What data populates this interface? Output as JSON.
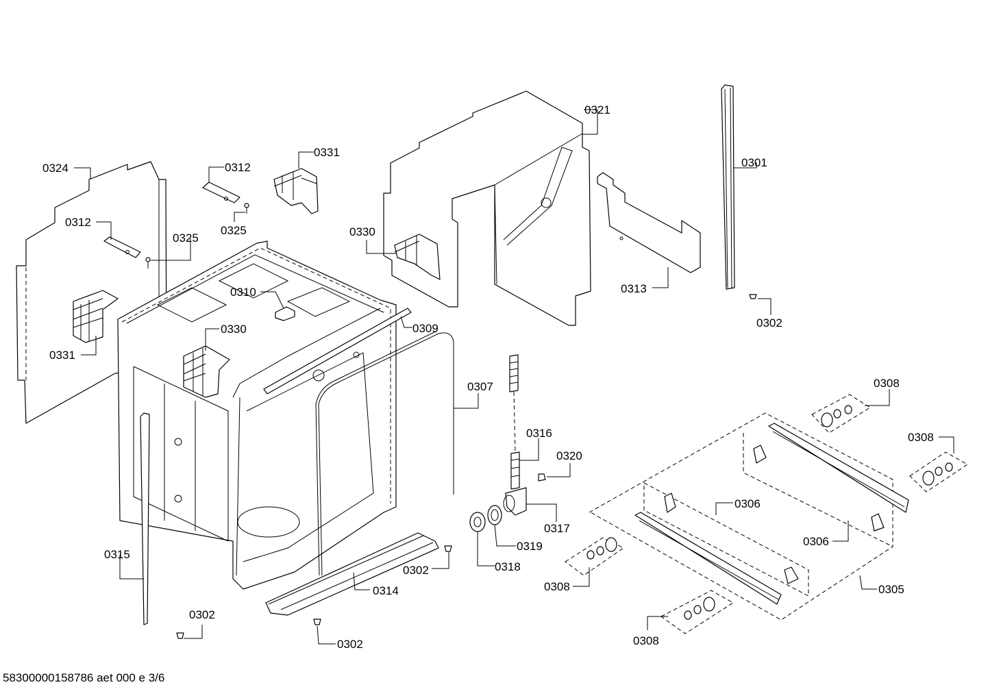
{
  "footer_code": "58300000158786 aet 000 e 3/6",
  "labels": {
    "l0324": "0324",
    "l0312a": "0312",
    "l0331a": "0331",
    "l0321": "0321",
    "l0301": "0301",
    "l0312b": "0312",
    "l0325a": "0325",
    "l0325b": "0325",
    "l0330a": "0330",
    "l0313": "0313",
    "l0302a": "0302",
    "l0310": "0310",
    "l0330b": "0330",
    "l0309": "0309",
    "l0331b": "0331",
    "l0307": "0307",
    "l0308a": "0308",
    "l0308b": "0308",
    "l0316": "0316",
    "l0320": "0320",
    "l0306a": "0306",
    "l0317": "0317",
    "l0306b": "0306",
    "l0319": "0319",
    "l0315": "0315",
    "l0318": "0318",
    "l0302b": "0302",
    "l0308c": "0308",
    "l0305": "0305",
    "l0314": "0314",
    "l0302c": "0302",
    "l0302d": "0302",
    "l0308d": "0308"
  }
}
